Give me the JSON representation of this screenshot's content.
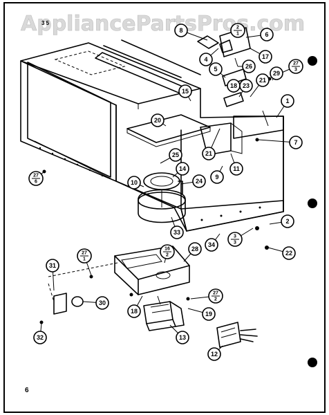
{
  "watermark": "AppliancePartsPros.com",
  "figure_mark": "3 5",
  "page_number": "6",
  "callouts": [
    {
      "label": "8",
      "name": "callout-8"
    },
    {
      "label": "2",
      "sub": "1",
      "name": "callout-2-1"
    },
    {
      "label": "6",
      "name": "callout-6"
    },
    {
      "label": "17",
      "name": "callout-17"
    },
    {
      "label": "4",
      "name": "callout-4"
    },
    {
      "label": "26",
      "name": "callout-26"
    },
    {
      "label": "27",
      "sub": "3",
      "name": "callout-27-3"
    },
    {
      "label": "29",
      "name": "callout-29"
    },
    {
      "label": "5",
      "name": "callout-5"
    },
    {
      "label": "18",
      "name": "callout-18-top"
    },
    {
      "label": "21",
      "name": "callout-21-top"
    },
    {
      "label": "15",
      "name": "callout-15"
    },
    {
      "label": "23",
      "name": "callout-23"
    },
    {
      "label": "1",
      "name": "callout-1"
    },
    {
      "label": "20",
      "name": "callout-20"
    },
    {
      "label": "7",
      "name": "callout-7"
    },
    {
      "label": "21",
      "name": "callout-21-mid"
    },
    {
      "label": "25",
      "name": "callout-25"
    },
    {
      "label": "11",
      "name": "callout-11"
    },
    {
      "label": "27",
      "sub": "6",
      "name": "callout-27-6"
    },
    {
      "label": "14",
      "name": "callout-14"
    },
    {
      "label": "9",
      "name": "callout-9"
    },
    {
      "label": "10",
      "name": "callout-10"
    },
    {
      "label": "24",
      "name": "callout-24"
    },
    {
      "label": "2",
      "name": "callout-2"
    },
    {
      "label": "3",
      "sub": "3",
      "name": "callout-3-3"
    },
    {
      "label": "33",
      "name": "callout-33"
    },
    {
      "label": "34",
      "name": "callout-34"
    },
    {
      "label": "22",
      "name": "callout-22"
    },
    {
      "label": "16",
      "sub": "2",
      "name": "callout-16-2"
    },
    {
      "label": "28",
      "name": "callout-28"
    },
    {
      "label": "27",
      "sub": "1",
      "name": "callout-27-1"
    },
    {
      "label": "31",
      "name": "callout-31"
    },
    {
      "label": "27",
      "sub": "2",
      "name": "callout-27-2"
    },
    {
      "label": "30",
      "name": "callout-30"
    },
    {
      "label": "18",
      "name": "callout-18-bottom"
    },
    {
      "label": "19",
      "name": "callout-19"
    },
    {
      "label": "13",
      "name": "callout-13"
    },
    {
      "label": "32",
      "name": "callout-32"
    },
    {
      "label": "12",
      "name": "callout-12"
    }
  ]
}
